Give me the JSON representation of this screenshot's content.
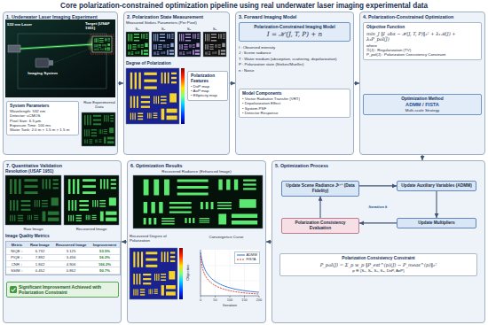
{
  "diagram": {
    "title": "Core polarization-constrained optimization pipeline using real underwater laser imaging experimental data",
    "nodes": [
      {
        "text": [
          "1. Underwater Laser Imaging Experiment"
        ]
      },
      {
        "text": [
          "System Parameters",
          "Wavelength: 532 nm",
          "Detector: sCMOS",
          "Pixel Size: 6.5 μm",
          "Exposure Time: 100 ms",
          "Water Tank: 2.0 m × 1.5 m × 1.5 m"
        ],
        "in": 0
      },
      {
        "text": [
          "2. Polarization State Measurement"
        ]
      },
      {
        "text": [
          "Polarization Features",
          "• DoP map",
          "• AoP map",
          "• Ellipticity map"
        ],
        "in": 2
      },
      {
        "text": [
          "3. Forward Imaging Model"
        ]
      },
      {
        "text": [
          "Polarization-Constrained Imaging Model",
          "I = ℋ(J, T, P) + n"
        ],
        "in": 4
      },
      {
        "text": [
          "Model Components",
          "• Vector Radiative Transfer (VRT)",
          "• Depolarization Effect",
          "• System PSF",
          "• Detector Response"
        ],
        "in": 4
      },
      {
        "text": [
          "4. Polarization-Constrained Optimization"
        ]
      },
      {
        "text": [
          "Objective Function",
          "min_J ‖I_obs − ℋ(J, T, P)‖₂² + λ₁ℛ(J) + λ₂P_pol(J)",
          "where",
          "ℛ(J) : Regularization (TV)",
          "P_pol(J) : Polarization Consistency Constraint"
        ],
        "in": 7
      },
      {
        "text": [
          "Optimization Method",
          "ADMM / FISTA",
          "Multi-scale Strategy"
        ],
        "in": 7
      },
      {
        "text": [
          "5. Optimization Process"
        ]
      },
      {
        "text": [
          "Update Scene Radiance Jᵏ⁺¹ (Data Fidelity)"
        ],
        "in": 10
      },
      {
        "text": [
          "Update Auxiliary Variables (ADMM)"
        ],
        "in": 10
      },
      {
        "text": [
          "Update Multipliers"
        ],
        "in": 10
      },
      {
        "text": [
          "Polarization Consistency Evaluation"
        ],
        "in": 10
      },
      {
        "text": [
          "Polarization Consistency Constraint",
          "P_pol(J) = Σ_p w_p ‖P_est^(p)(J) − P_meas^(p)‖₂²",
          "p ∈ {S₀, S₁, S₂, S₃, DoP, AoP}"
        ],
        "in": 10
      },
      {
        "text": [
          "6. Optimization Results"
        ]
      },
      {
        "text": [
          "7. Quantitative Validation"
        ]
      },
      {
        "text": [
          "Significant Improvement Achieved with Polarization Constraint"
        ],
        "in": 17
      }
    ],
    "edges": [
      {
        "from": 0,
        "to": 2,
        "arrow": "to"
      },
      {
        "from": 2,
        "to": 4,
        "arrow": "to"
      },
      {
        "from": 4,
        "to": 7,
        "arrow": "to"
      },
      {
        "from": 7,
        "to": 10,
        "arrow": "to"
      },
      {
        "from": 10,
        "to": 16,
        "arrow": "to"
      },
      {
        "from": 16,
        "to": 17,
        "arrow": "to"
      },
      {
        "from": 11,
        "to": 12,
        "arrow": "to"
      },
      {
        "from": 12,
        "to": 13,
        "arrow": "to"
      },
      {
        "from": 13,
        "to": 14,
        "arrow": "to"
      },
      {
        "from": 14,
        "to": 11,
        "arrow": "to"
      }
    ],
    "labels": [
      "532 nm Laser",
      "Target (USAF 1951)",
      "Imaging System",
      "Raw Experimental Data",
      "Measured Stokes Parameters (Per Pixel)",
      "S₀",
      "S₁",
      "S₂",
      "S₃",
      "Degree of Polarization",
      "I : Observed intensity",
      "J : Scene radiance",
      "T : Water medium (absorption, scattering, depolarization)",
      "P : Polarization state (Stokes/Mueller)",
      "n : Noise",
      "Iteration k",
      "Recovered Radiance (Enhanced Image)",
      "Recovered Degree of Polarization",
      "Convergence Curve",
      "Iteration",
      "Objective",
      "0",
      "50",
      "100",
      "150",
      "200",
      "Resolution (USAF 1951)",
      "Raw Image",
      "Recovered Image",
      "Image Quality Metrics",
      "Metric",
      "Raw Image",
      "Recovered Image",
      "Improvement",
      "NIQE ↓",
      "6.732",
      "3.125",
      "53.5%",
      "PIQE ↓",
      "7.892",
      "3.456",
      "56.2%",
      "CNR ↑",
      "1.842",
      "4.906",
      "166.2%",
      "SSIM ↑",
      "0.452",
      "0.862",
      "90.7%"
    ],
    "legend": [
      {
        "text": "ADMM"
      },
      {
        "text": "FISTA"
      }
    ]
  }
}
